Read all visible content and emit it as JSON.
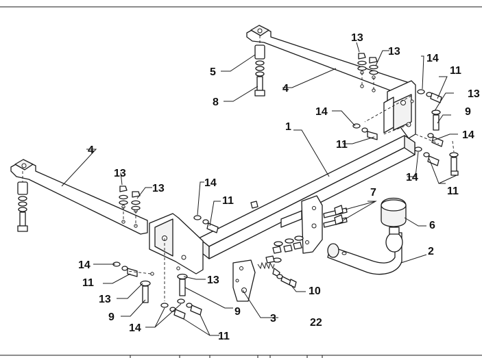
{
  "labels": {
    "l1": "1",
    "l2": "2",
    "l3": "3",
    "l4a": "4",
    "l4b": "4",
    "l5": "5",
    "l6": "6",
    "l7": "7",
    "l8": "8",
    "l9a": "9",
    "l9b": "9",
    "l9c": "9",
    "l10": "10",
    "l11a": "11",
    "l11b": "11",
    "l11c": "11",
    "l11d": "11",
    "l11e": "11",
    "l11f": "11",
    "l13a": "13",
    "l13b": "13",
    "l13c": "13",
    "l13d": "13",
    "l13e": "13",
    "l13f": "13",
    "l13g": "13",
    "l14a": "14",
    "l14b": "14",
    "l14c": "14",
    "l14d": "14",
    "l14e": "14",
    "l14f": "14",
    "l14g": "14",
    "l22": "22"
  }
}
